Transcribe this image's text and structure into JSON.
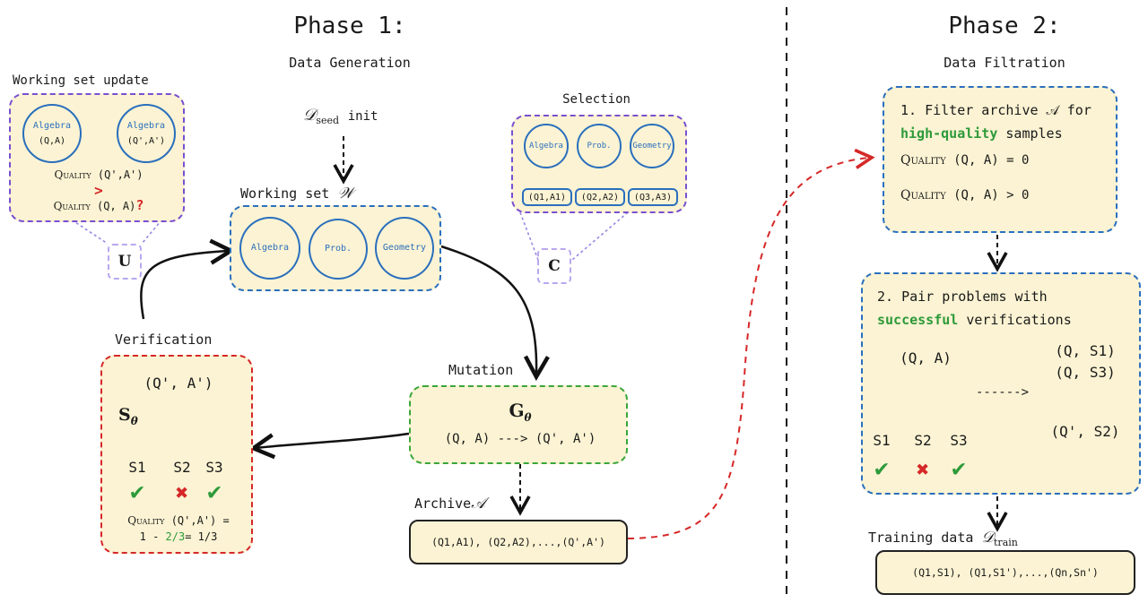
{
  "phase1": {
    "title": "Phase 1:",
    "subtitle": "Data Generation"
  },
  "phase2": {
    "title": "Phase 2:",
    "subtitle": "Data Filtration"
  },
  "working_set_update": {
    "title": "Working set update",
    "left_circle": {
      "topic": "Algebra",
      "pair": "(Q,A)"
    },
    "right_circle": {
      "topic": "Algebra",
      "pair": "(Q',A')"
    },
    "quality_new": "Quality",
    "quality_new_args": "(Q',A')",
    "gt": ">",
    "quality_old": "Quality",
    "quality_old_args": "(Q, A)",
    "question": "?",
    "tag": "U"
  },
  "seed": {
    "symbol": "𝒟",
    "sub": "seed",
    "text": "init"
  },
  "working_set": {
    "title": "Working set",
    "symbol": "𝒲",
    "circles": [
      "Algebra",
      "Prob.",
      "Geometry"
    ]
  },
  "selection": {
    "title": "Selection",
    "circles": [
      "Algebra",
      "Prob.",
      "Geometry"
    ],
    "pairs": [
      "(Q1,A1)",
      "(Q2,A2)",
      "(Q3,A3)"
    ],
    "tag": "C"
  },
  "verification": {
    "title": "Verification",
    "pair": "(Q', A')",
    "verifier": "S",
    "verifier_sub": "θ",
    "solutions": [
      "S1",
      "S2",
      "S3"
    ],
    "marks": [
      "✔",
      "✖",
      "✔"
    ],
    "quality_label": "Quality",
    "quality_args": "(Q',A') =",
    "formula_1": "1 - ",
    "formula_frac": "2/3",
    "formula_2": "= 1/3"
  },
  "mutation": {
    "title": "Mutation",
    "model": "G",
    "model_sub": "θ",
    "transform": "(Q, A) ---> (Q', A')"
  },
  "archive": {
    "title": "Archive",
    "symbol": "𝒜",
    "content": "(Q1,A1), (Q2,A2),...,(Q',A')"
  },
  "filter": {
    "line1": "1. Filter archive 𝒜 for",
    "highlight": "high-quality",
    "line2_rest": " samples",
    "crossed_label": "Quality",
    "crossed_args": "(Q, A) = 0",
    "kept_label": "Quality",
    "kept_args": "(Q, A) > 0"
  },
  "pair": {
    "line1": "2. Pair problems with",
    "highlight": "successful",
    "line2_rest": " verifications",
    "pair": "(Q, A)",
    "solutions": [
      "S1",
      "S2",
      "S3"
    ],
    "marks": [
      "✔",
      "✖",
      "✔"
    ],
    "arrow": "------>",
    "kept": [
      "(Q, S1)",
      "(Q, S3)"
    ],
    "crossed": "(Q', S2)"
  },
  "training": {
    "title": "Training data",
    "symbol": "𝒟",
    "sub": "train",
    "content": "(Q1,S1), (Q1,S1'),...,(Qn,Sn')"
  },
  "colors": {
    "box_fill": "#fbf3d3",
    "blue": "#2a6fbd",
    "purple": "#7a4fd0",
    "red": "#d62828",
    "green": "#3aa63a"
  }
}
